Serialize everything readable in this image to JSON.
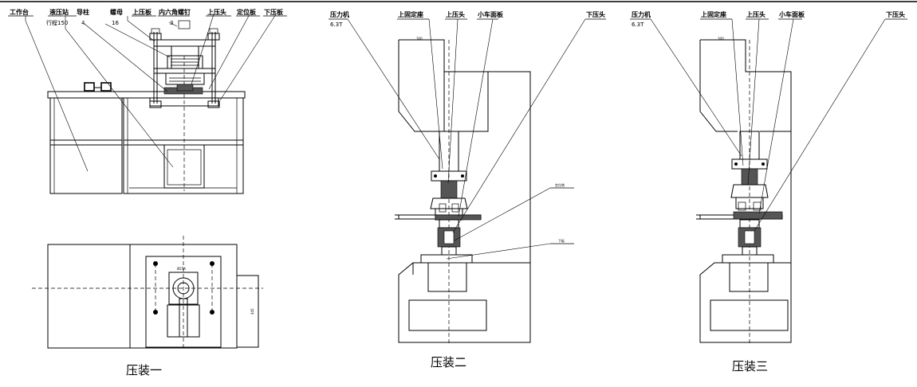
{
  "view1": {
    "labels": {
      "worktable": "工作台",
      "hydraulic_station": "液压站",
      "stroke": "行程150",
      "guide_post": "导柱",
      "guide_post_qty": "4",
      "nut": "螺母",
      "nut_qty": "16",
      "upper_plate": "上压板",
      "hex_screw": "内六角螺钉",
      "hex_screw_qty": "3",
      "upper_head": "上压头",
      "positioning_plate": "定位板",
      "lower_plate": "下压板"
    },
    "caption": "压装一"
  },
  "view2": {
    "labels": {
      "press": "压力机",
      "press_tonnage": "6.3T",
      "upper_fixed_seat": "上固定座",
      "upper_head": "上压头",
      "trolley_panel": "小车面板",
      "lower_head": "下压头"
    },
    "caption": "压装二"
  },
  "view3": {
    "labels": {
      "press": "压力机",
      "press_tonnage": "6.3T",
      "upper_fixed_seat": "上固定座",
      "upper_head": "上压头",
      "trolley_panel": "小车面板",
      "lower_head": "下压头"
    },
    "caption": "压装三"
  }
}
